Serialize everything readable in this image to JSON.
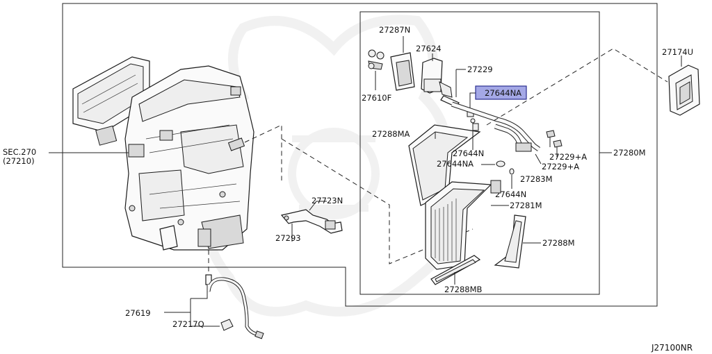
{
  "colors": {
    "highlight_fill": "#a4a8e6",
    "highlight_stroke": "#2b2f8f",
    "line": "#222222",
    "watermark": "#e6e6e6"
  },
  "diagram_code": "J27100NR",
  "labels": {
    "sec270_line1": "SEC.270",
    "sec270_line2": "(27210)",
    "p27287N": "27287N",
    "p27624": "27624",
    "p27229": "27229",
    "p27644NA_hl": "27644NA",
    "p27610F": "27610F",
    "p27288MA": "27288MA",
    "p27644N_a": "27644N",
    "p27644NA_b": "27644NA",
    "p27229A_a": "27229+A",
    "p27229A_b": "27229+A",
    "p27283M": "27283M",
    "p27644N_b": "27644N",
    "p27281M": "27281M",
    "p27288M": "27288M",
    "p27288MB": "27288MB",
    "p27280M": "27280M",
    "p27174U": "27174U",
    "p27723N": "27723N",
    "p27293": "27293",
    "p27619": "27619",
    "p27217Q": "27217Q"
  }
}
